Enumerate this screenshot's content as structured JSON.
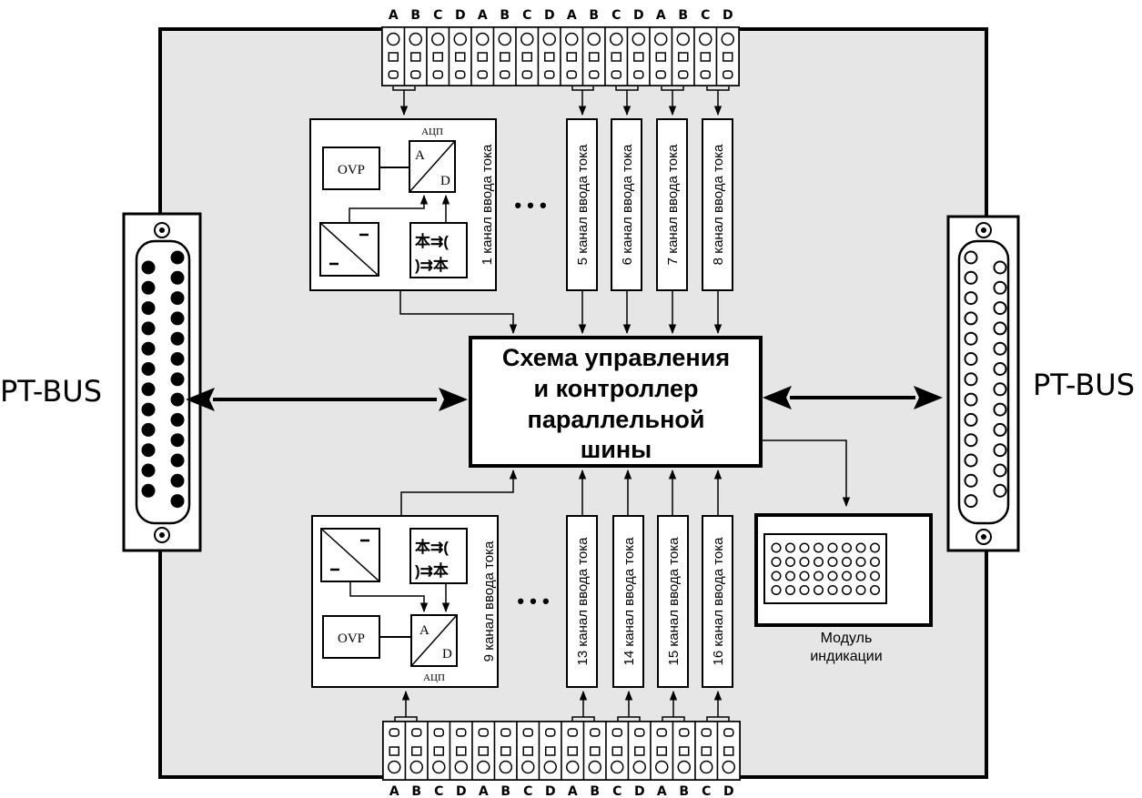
{
  "left_bus_label": "PT-BUS",
  "right_bus_label": "PT-BUS",
  "controller": {
    "lines": [
      "Схема управления",
      "и контроллер",
      "параллельной",
      "шины"
    ]
  },
  "channel_top_detail": {
    "label": "1 канал ввода тока",
    "ovp": "OVP",
    "adc_title": "АЦП",
    "adc_a": "A",
    "adc_d": "D"
  },
  "channel_bottom_detail": {
    "label": "9 канал ввода тока",
    "ovp": "OVP",
    "adc_title": "АЦП",
    "adc_a": "A",
    "adc_d": "D"
  },
  "channels_top": [
    "5 канал ввода тока",
    "6 канал ввода тока",
    "7 канал ввода тока",
    "8 канал ввода тока"
  ],
  "channels_bottom": [
    "13 канал ввода тока",
    "14 канал ввода тока",
    "15 канал ввода тока",
    "16 канал ввода тока"
  ],
  "ellipsis": "• • •",
  "indicator": {
    "lines": [
      "Модуль",
      "индикации"
    ]
  },
  "terminal_pins_top": [
    "A",
    "B",
    "C",
    "D",
    "A",
    "B",
    "C",
    "D",
    "A",
    "B",
    "C",
    "D",
    "A",
    "B",
    "C",
    "D"
  ],
  "terminal_pins_bottom": [
    "A",
    "B",
    "C",
    "D",
    "A",
    "B",
    "C",
    "D",
    "A",
    "B",
    "C",
    "D",
    "A",
    "B",
    "C",
    "D"
  ],
  "colors": {
    "board": "#e6e6e6",
    "line": "#000000",
    "box": "#ffffff"
  }
}
